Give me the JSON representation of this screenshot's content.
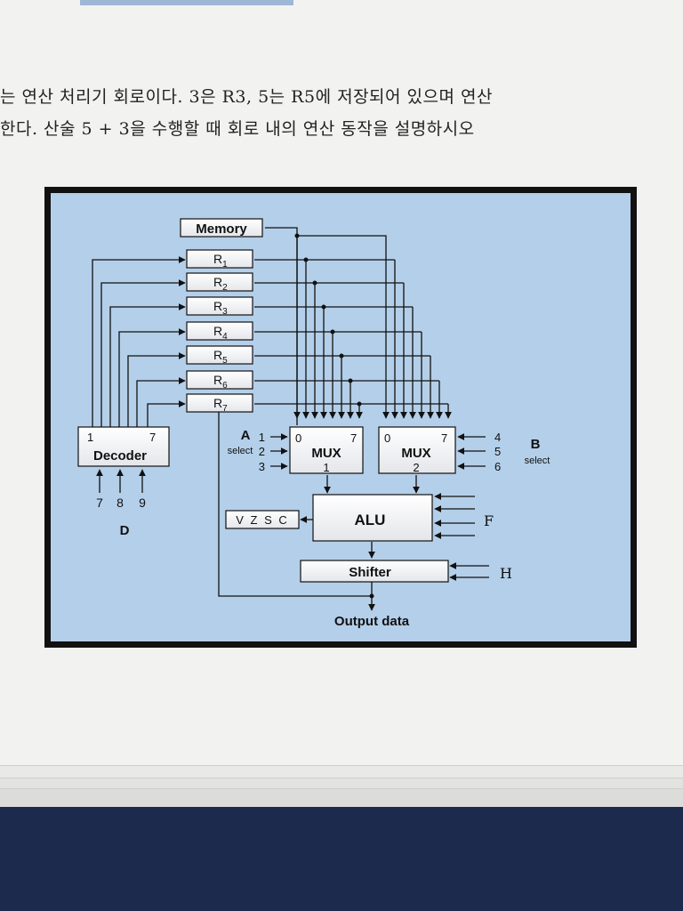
{
  "question": {
    "line1": "는 연산 처리기 회로이다. 3은 R3, 5는 R5에 저장되어 있으며 연산",
    "line2": "한다.   산술 5 + 3을 수행할 때 회로 내의 연산 동작을 설명하시오"
  },
  "diagram": {
    "memory": "Memory",
    "registers": [
      {
        "base": "R",
        "sub": "1"
      },
      {
        "base": "R",
        "sub": "2"
      },
      {
        "base": "R",
        "sub": "3"
      },
      {
        "base": "R",
        "sub": "4"
      },
      {
        "base": "R",
        "sub": "5"
      },
      {
        "base": "R",
        "sub": "6"
      },
      {
        "base": "R",
        "sub": "7"
      }
    ],
    "decoder": {
      "label": "Decoder",
      "left_index": "1",
      "right_index": "7",
      "inputs": [
        "7",
        "8",
        "9"
      ],
      "group_label": "D"
    },
    "mux1": {
      "label": "MUX",
      "number": "1",
      "left_index": "0",
      "right_index": "7"
    },
    "mux2": {
      "label": "MUX",
      "number": "2",
      "left_index": "0",
      "right_index": "7"
    },
    "a_select": {
      "letter": "A",
      "word": "select",
      "inputs": [
        "1",
        "2",
        "3"
      ]
    },
    "b_select": {
      "letter": "B",
      "word": "select",
      "inputs": [
        "4",
        "5",
        "6"
      ]
    },
    "alu": "ALU",
    "flags": "V Z S C",
    "function_label": "F",
    "shifter": "Shifter",
    "shift_label": "H",
    "output": "Output data"
  }
}
